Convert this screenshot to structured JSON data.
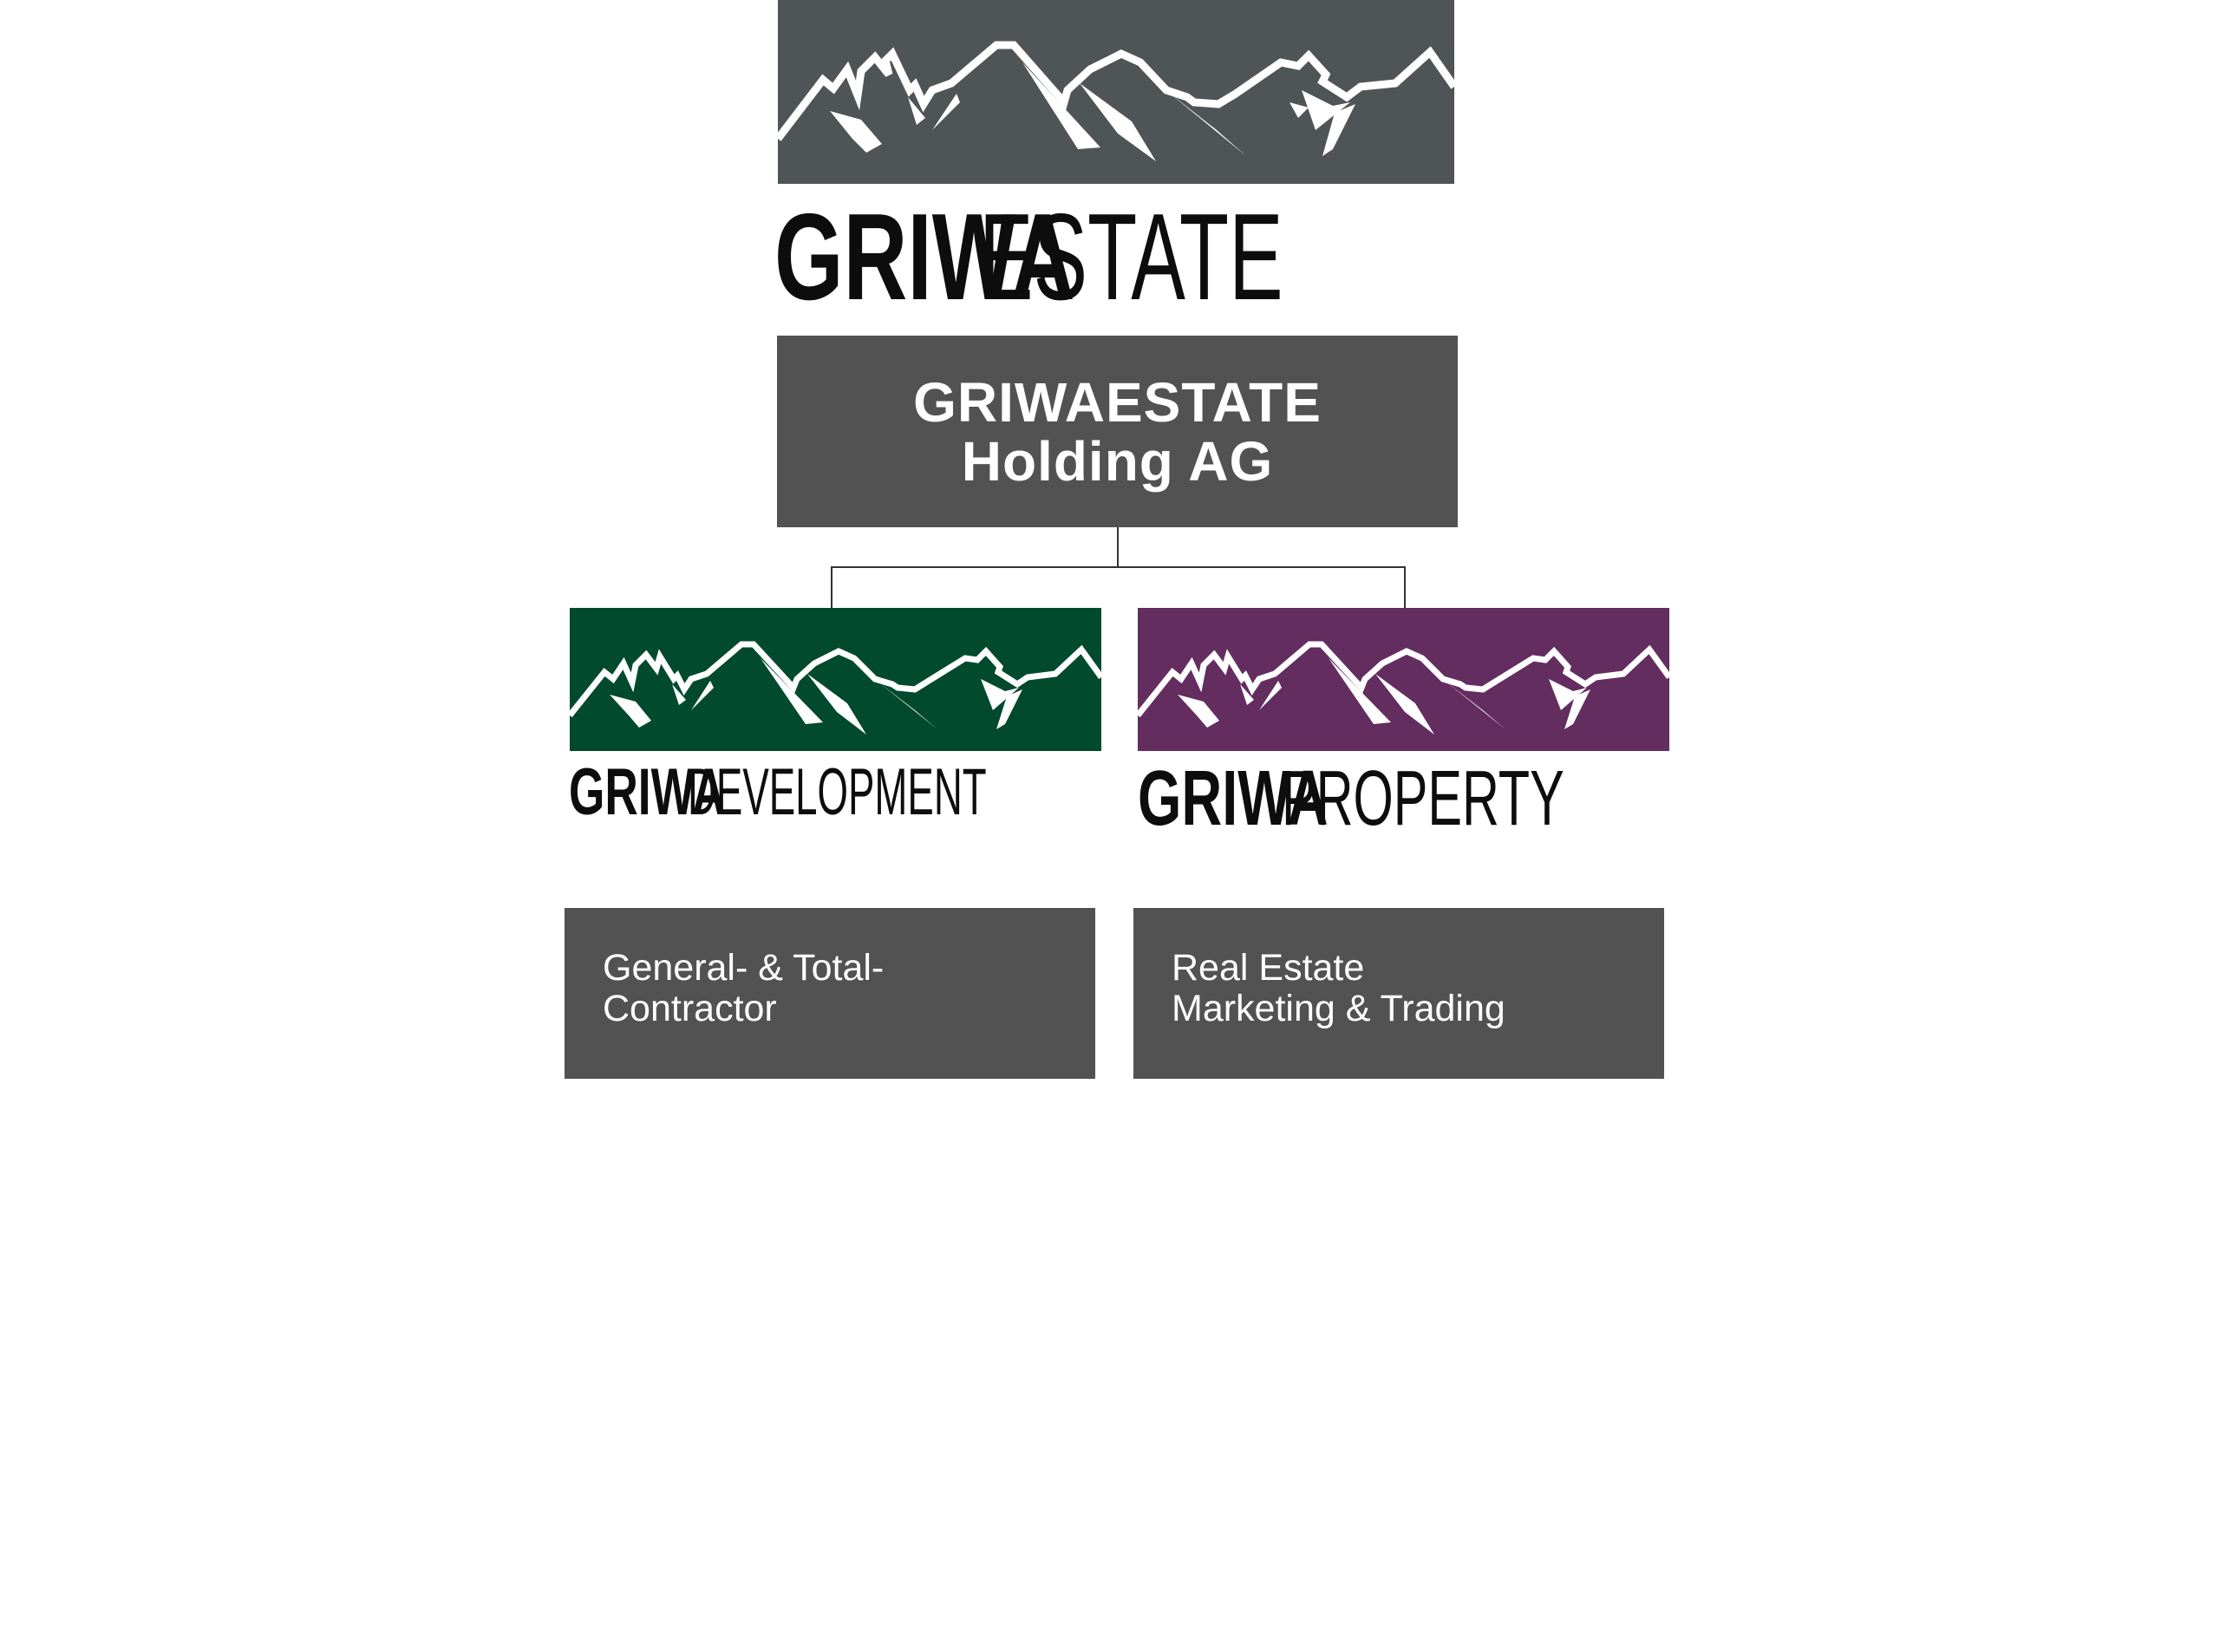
{
  "parent_logo": {
    "bold": "GRIWA",
    "light": "ESTATE",
    "band_color": "#4f5457"
  },
  "holding": {
    "line1": "GRIWAESTATE",
    "line2": "Holding AG",
    "box_color": "#535252"
  },
  "subsidiaries": [
    {
      "logo": {
        "bold": "GRIWA",
        "light": "DEVELOPMENT",
        "band_color": "#024a2d"
      },
      "description": {
        "line1": "General- & Total-",
        "line2": "Contractor"
      }
    },
    {
      "logo": {
        "bold": "GRIWA",
        "light": "PROPERTY",
        "band_color": "#632d60"
      },
      "description": {
        "line1": "Real Estate",
        "line2": "Marketing & Trading"
      }
    }
  ]
}
